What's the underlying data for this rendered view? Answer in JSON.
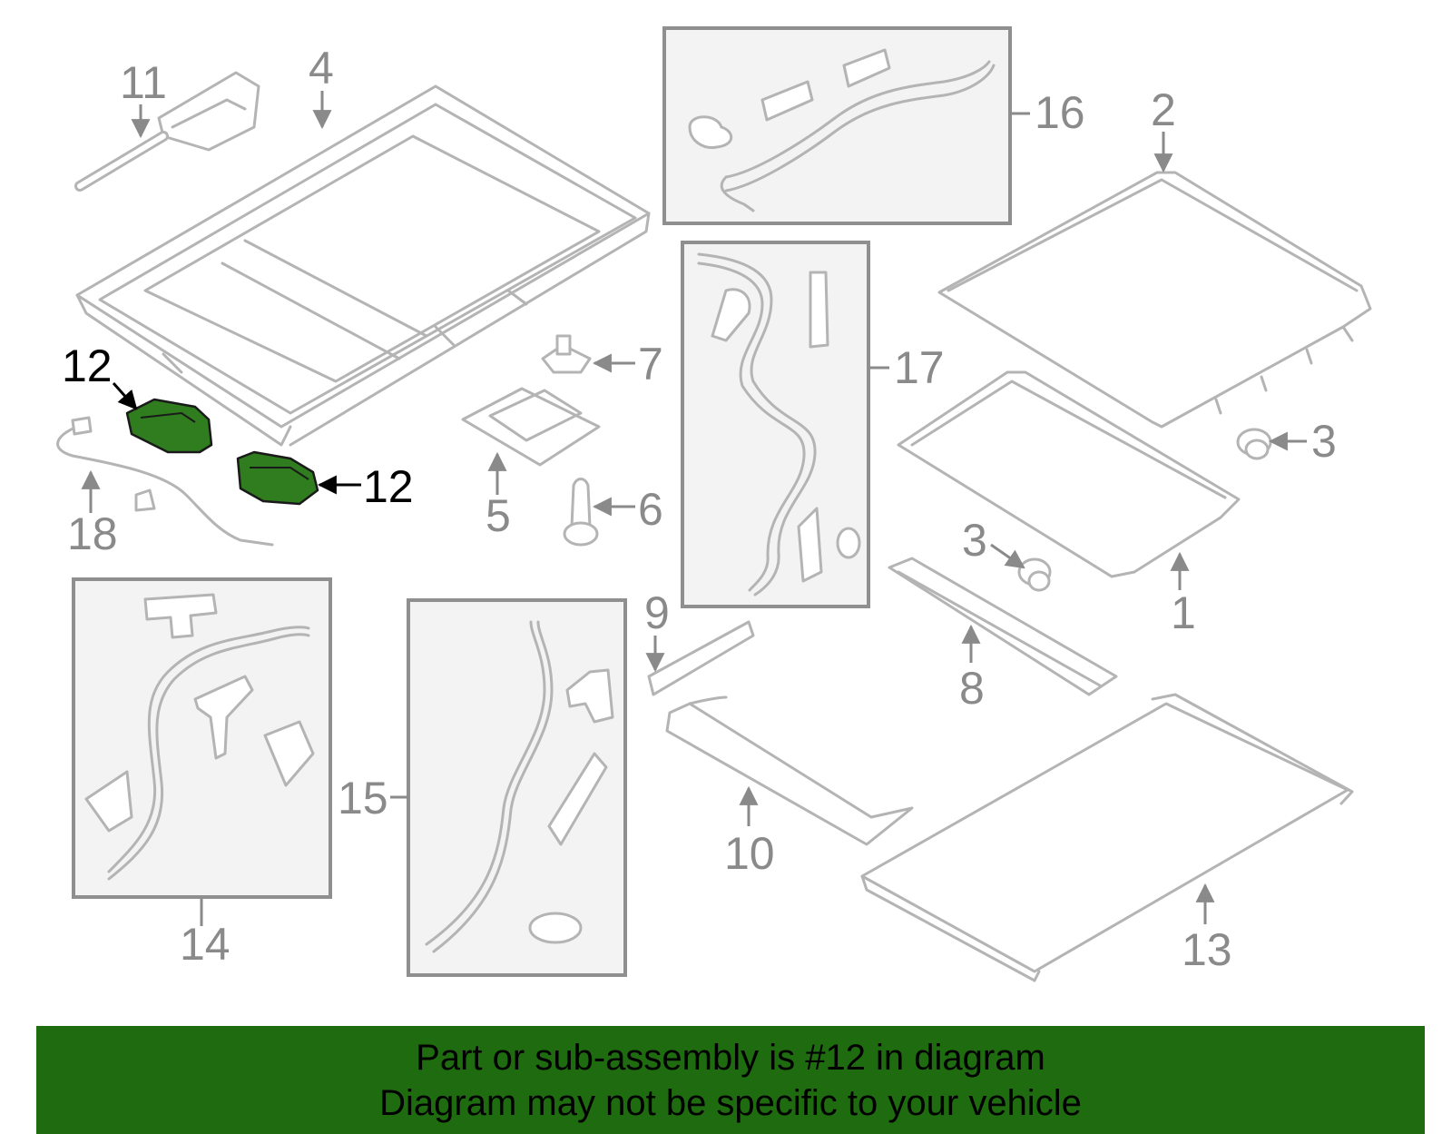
{
  "colors": {
    "highlight_part": "#2f7d1e",
    "banner_background": "#1f6b10",
    "line_art": "#b4b4b4",
    "box_fill": "#f3f3f3",
    "callout_text": "#8a8a8a"
  },
  "diagram": {
    "highlighted_callout": "12",
    "callouts": {
      "c1": "1",
      "c2": "2",
      "c3a": "3",
      "c3b": "3",
      "c4": "4",
      "c5": "5",
      "c6": "6",
      "c7": "7",
      "c8": "8",
      "c9": "9",
      "c10": "10",
      "c11": "11",
      "c12a": "12",
      "c12b": "12",
      "c13": "13",
      "c14": "14",
      "c15": "15",
      "c16": "16",
      "c17": "17",
      "c18": "18"
    }
  },
  "banner": {
    "line1": "Part or sub-assembly is #12 in diagram",
    "line2": "Diagram may not be specific to your vehicle"
  }
}
